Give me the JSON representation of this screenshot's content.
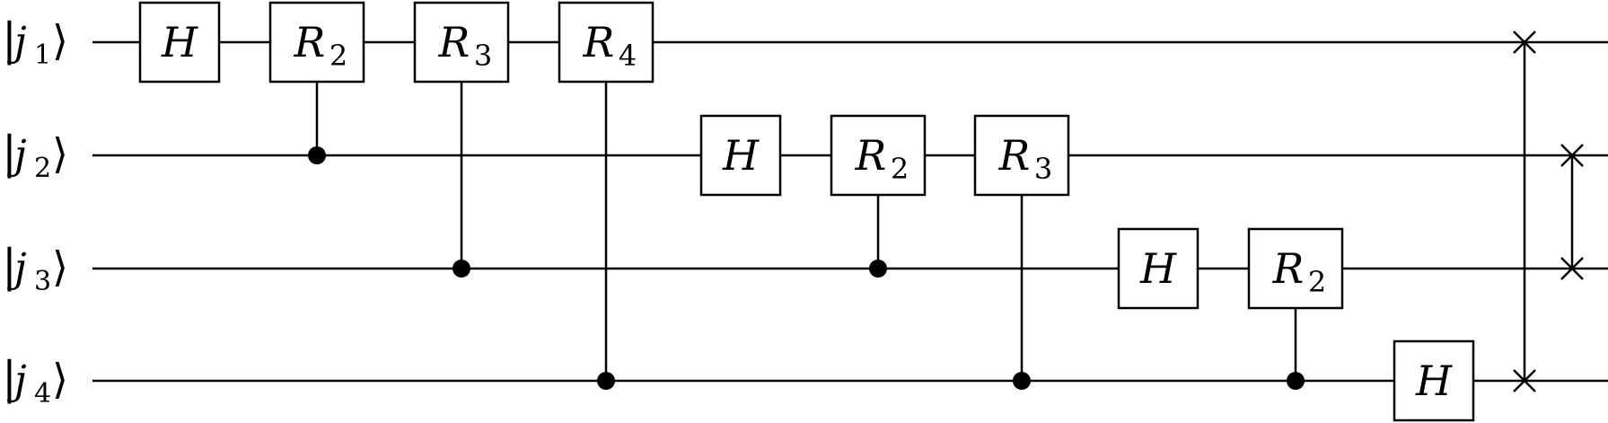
{
  "qubits": [
    {
      "ket_open": "|",
      "symbol": "j",
      "index": "1",
      "ket_close": "⟩"
    },
    {
      "ket_open": "|",
      "symbol": "j",
      "index": "2",
      "ket_close": "⟩"
    },
    {
      "ket_open": "|",
      "symbol": "j",
      "index": "3",
      "ket_close": "⟩"
    },
    {
      "ket_open": "|",
      "symbol": "j",
      "index": "4",
      "ket_close": "⟩"
    }
  ],
  "gates": [
    {
      "name": "H",
      "sub": "",
      "target": 0,
      "control": null,
      "step": 0
    },
    {
      "name": "R",
      "sub": "2",
      "target": 0,
      "control": 1,
      "step": 1
    },
    {
      "name": "R",
      "sub": "3",
      "target": 0,
      "control": 2,
      "step": 2
    },
    {
      "name": "R",
      "sub": "4",
      "target": 0,
      "control": 3,
      "step": 3
    },
    {
      "name": "H",
      "sub": "",
      "target": 1,
      "control": null,
      "step": 4
    },
    {
      "name": "R",
      "sub": "2",
      "target": 1,
      "control": 2,
      "step": 5
    },
    {
      "name": "R",
      "sub": "3",
      "target": 1,
      "control": 3,
      "step": 6
    },
    {
      "name": "H",
      "sub": "",
      "target": 2,
      "control": null,
      "step": 7
    },
    {
      "name": "R",
      "sub": "2",
      "target": 2,
      "control": 3,
      "step": 8
    },
    {
      "name": "H",
      "sub": "",
      "target": 3,
      "control": null,
      "step": 9
    }
  ],
  "swaps": [
    {
      "qubits": [
        0,
        3
      ],
      "order": 0
    },
    {
      "qubits": [
        1,
        2
      ],
      "order": 1
    }
  ],
  "colors": {
    "stroke": "#000000",
    "background": "#ffffff"
  }
}
